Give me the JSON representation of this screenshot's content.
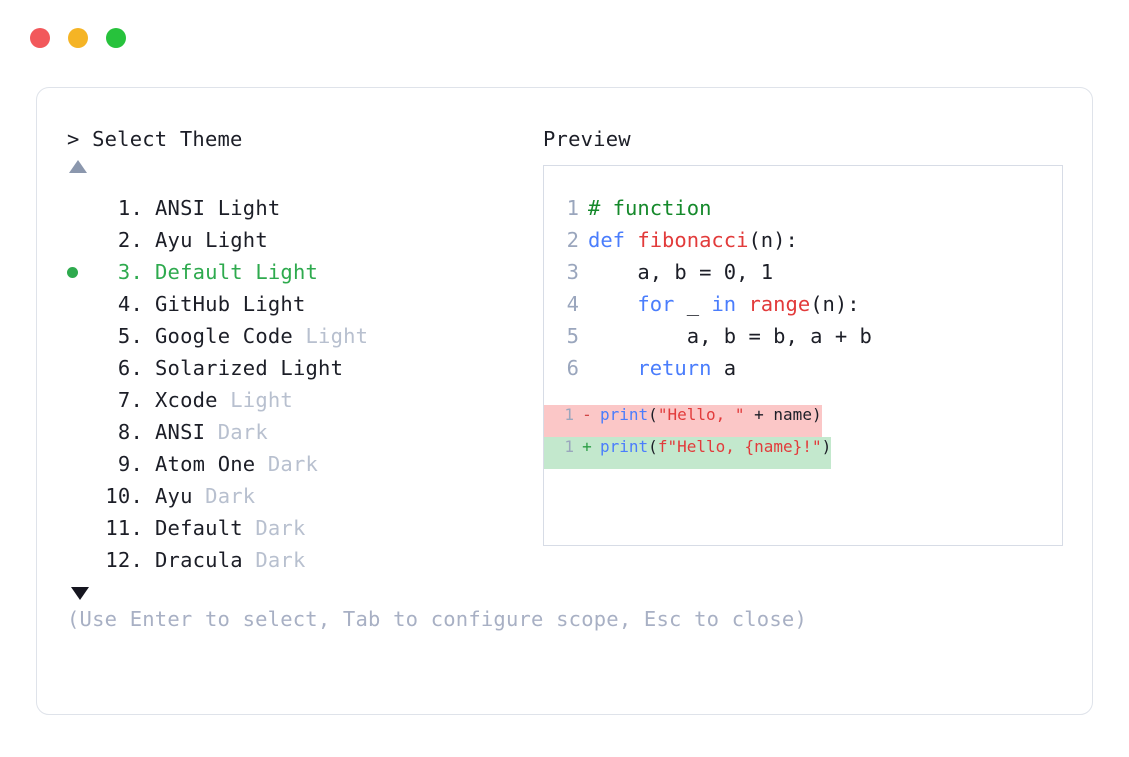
{
  "titlebar": {
    "buttons": [
      {
        "name": "close",
        "color": "#f2585b"
      },
      {
        "name": "minimize",
        "color": "#f5b425"
      },
      {
        "name": "maximize",
        "color": "#27c23c"
      }
    ]
  },
  "prompt": {
    "heading": "> Select Theme",
    "preview_heading": "Preview",
    "scroll_up": "▲",
    "scroll_down": "▼",
    "hint": "(Use Enter to select, Tab to configure scope, Esc to close)"
  },
  "themes": {
    "selected_index": 3,
    "items": [
      {
        "num": "1.",
        "name": "ANSI Light",
        "variant": "",
        "selected": false
      },
      {
        "num": "2.",
        "name": "Ayu Light",
        "variant": "",
        "selected": false
      },
      {
        "num": "3.",
        "name": "Default Light",
        "variant": "",
        "selected": true
      },
      {
        "num": "4.",
        "name": "GitHub Light",
        "variant": "",
        "selected": false
      },
      {
        "num": "5.",
        "name": "Google Code",
        "variant": "Light",
        "selected": false
      },
      {
        "num": "6.",
        "name": "Solarized Light",
        "variant": "",
        "selected": false
      },
      {
        "num": "7.",
        "name": "Xcode",
        "variant": "Light",
        "selected": false
      },
      {
        "num": "8.",
        "name": "ANSI",
        "variant": "Dark",
        "selected": false
      },
      {
        "num": "9.",
        "name": "Atom One",
        "variant": "Dark",
        "selected": false
      },
      {
        "num": "10.",
        "name": "Ayu",
        "variant": "Dark",
        "selected": false
      },
      {
        "num": "11.",
        "name": "Default",
        "variant": "Dark",
        "selected": false
      },
      {
        "num": "12.",
        "name": "Dracula",
        "variant": "Dark",
        "selected": false
      }
    ]
  },
  "preview": {
    "code_lines": [
      {
        "ln": "1",
        "tokens": [
          {
            "t": "# function",
            "c": "comment"
          }
        ]
      },
      {
        "ln": "2",
        "tokens": [
          {
            "t": "def ",
            "c": "keyword"
          },
          {
            "t": "fibonacci",
            "c": "func"
          },
          {
            "t": "(n):",
            "c": "plain"
          }
        ]
      },
      {
        "ln": "3",
        "tokens": [
          {
            "t": "    a, b = 0, 1",
            "c": "plain"
          }
        ]
      },
      {
        "ln": "4",
        "tokens": [
          {
            "t": "    ",
            "c": "plain"
          },
          {
            "t": "for",
            "c": "keyword"
          },
          {
            "t": " _ ",
            "c": "plain"
          },
          {
            "t": "in",
            "c": "keyword"
          },
          {
            "t": " ",
            "c": "plain"
          },
          {
            "t": "range",
            "c": "func"
          },
          {
            "t": "(n):",
            "c": "plain"
          }
        ]
      },
      {
        "ln": "5",
        "tokens": [
          {
            "t": "        a, b = b, a + b",
            "c": "plain"
          }
        ]
      },
      {
        "ln": "6",
        "tokens": [
          {
            "t": "    ",
            "c": "plain"
          },
          {
            "t": "return",
            "c": "keyword"
          },
          {
            "t": " a",
            "c": "plain"
          }
        ]
      }
    ],
    "diff_lines": [
      {
        "ln": "1",
        "mark": "-",
        "kind": "del",
        "tokens": [
          {
            "t": "print",
            "c": "keyword"
          },
          {
            "t": "(",
            "c": "plain"
          },
          {
            "t": "\"Hello, \"",
            "c": "string"
          },
          {
            "t": " + name)",
            "c": "plain"
          }
        ]
      },
      {
        "ln": "1",
        "mark": "+",
        "kind": "add",
        "tokens": [
          {
            "t": "print",
            "c": "keyword"
          },
          {
            "t": "(",
            "c": "plain"
          },
          {
            "t": "f\"Hello, {name}!\"",
            "c": "string"
          },
          {
            "t": ")",
            "c": "plain"
          }
        ]
      }
    ]
  }
}
